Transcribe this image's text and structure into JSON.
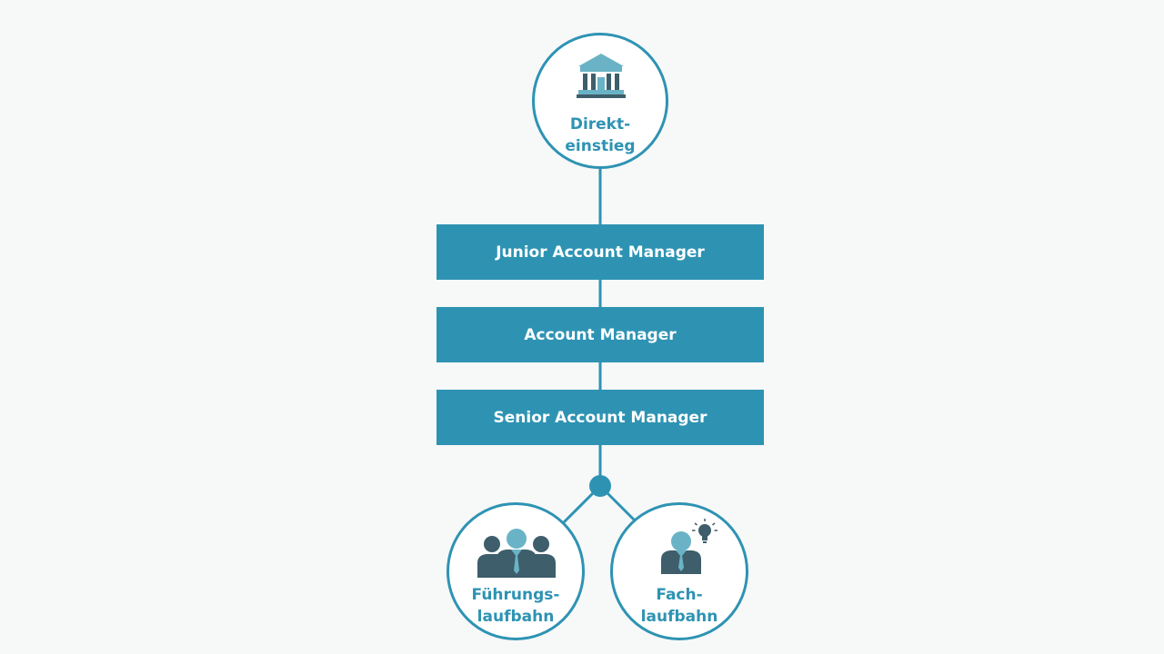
{
  "colors": {
    "primary": "#2e93b3",
    "icon_dark": "#3d5e6a",
    "icon_light": "#6ab3c6",
    "background": "#f7f8f8"
  },
  "start": {
    "icon": "bank-building-icon",
    "label_line1": "Direkt-",
    "label_line2": "einstieg"
  },
  "levels": [
    {
      "label": "Junior Account Manager"
    },
    {
      "label": "Account Manager"
    },
    {
      "label": "Senior Account Manager"
    }
  ],
  "branches": {
    "leadership": {
      "icon": "team-people-icon",
      "label_line1": "Führungs-",
      "label_line2": "laufbahn"
    },
    "expert": {
      "icon": "expert-lightbulb-icon",
      "label_line1": "Fach-",
      "label_line2": "laufbahn"
    }
  }
}
